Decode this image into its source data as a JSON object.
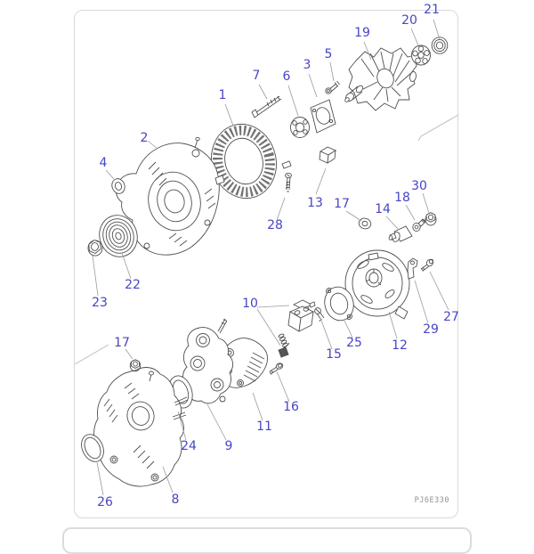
{
  "page": {
    "drawing_code": "PJ6E330",
    "figure_type": "exploded-parts-diagram"
  },
  "colors": {
    "callout_text": "#4745c4",
    "drawing_line": "#4f4f4f",
    "leader_line": "#9a9a9a",
    "panel_border": "#d9d9de",
    "background": "#ffffff"
  },
  "callouts": [
    {
      "label": "21"
    },
    {
      "label": "20"
    },
    {
      "label": "19"
    },
    {
      "label": "5"
    },
    {
      "label": "3"
    },
    {
      "label": "6"
    },
    {
      "label": "7"
    },
    {
      "label": "1"
    },
    {
      "label": "2"
    },
    {
      "label": "4"
    },
    {
      "label": "13"
    },
    {
      "label": "17"
    },
    {
      "label": "14"
    },
    {
      "label": "18"
    },
    {
      "label": "30"
    },
    {
      "label": "28"
    },
    {
      "label": "22"
    },
    {
      "label": "23"
    },
    {
      "label": "10"
    },
    {
      "label": "17"
    },
    {
      "label": "25"
    },
    {
      "label": "15"
    },
    {
      "label": "12"
    },
    {
      "label": "29"
    },
    {
      "label": "27"
    },
    {
      "label": "16"
    },
    {
      "label": "11"
    },
    {
      "label": "9"
    },
    {
      "label": "24"
    },
    {
      "label": "8"
    },
    {
      "label": "26"
    }
  ]
}
